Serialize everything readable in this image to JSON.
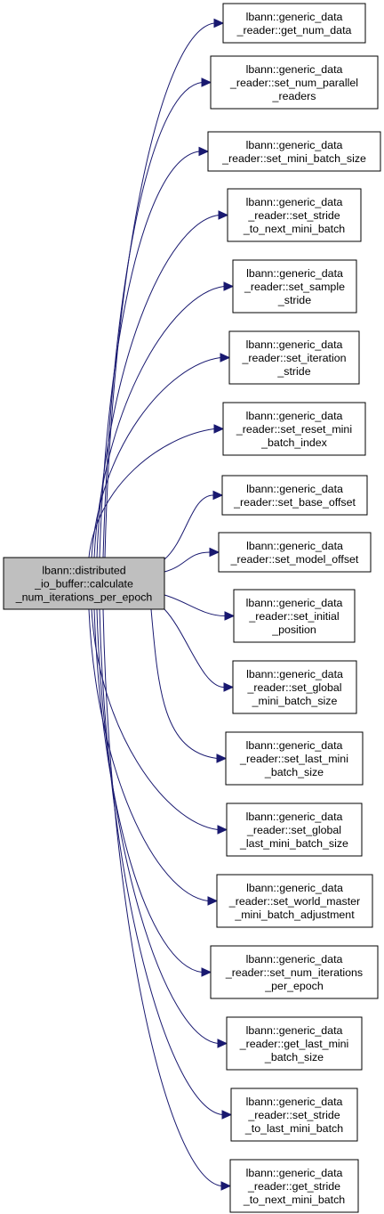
{
  "diagram": {
    "source": {
      "lines": [
        "lbann::distributed",
        "_io_buffer::calculate",
        "_num_iterations_per_epoch"
      ]
    },
    "targets": [
      {
        "lines": [
          "lbann::generic_data",
          "_reader::get_num_data"
        ]
      },
      {
        "lines": [
          "lbann::generic_data",
          "_reader::set_num_parallel",
          "_readers"
        ]
      },
      {
        "lines": [
          "lbann::generic_data",
          "_reader::set_mini_batch_size"
        ]
      },
      {
        "lines": [
          "lbann::generic_data",
          "_reader::set_stride",
          "_to_next_mini_batch"
        ]
      },
      {
        "lines": [
          "lbann::generic_data",
          "_reader::set_sample",
          "_stride"
        ]
      },
      {
        "lines": [
          "lbann::generic_data",
          "_reader::set_iteration",
          "_stride"
        ]
      },
      {
        "lines": [
          "lbann::generic_data",
          "_reader::set_reset_mini",
          "_batch_index"
        ]
      },
      {
        "lines": [
          "lbann::generic_data",
          "_reader::set_base_offset"
        ]
      },
      {
        "lines": [
          "lbann::generic_data",
          "_reader::set_model_offset"
        ]
      },
      {
        "lines": [
          "lbann::generic_data",
          "_reader::set_initial",
          "_position"
        ]
      },
      {
        "lines": [
          "lbann::generic_data",
          "_reader::set_global",
          "_mini_batch_size"
        ]
      },
      {
        "lines": [
          "lbann::generic_data",
          "_reader::set_last_mini",
          "_batch_size"
        ]
      },
      {
        "lines": [
          "lbann::generic_data",
          "_reader::set_global",
          "_last_mini_batch_size"
        ]
      },
      {
        "lines": [
          "lbann::generic_data",
          "_reader::set_world_master",
          "_mini_batch_adjustment"
        ]
      },
      {
        "lines": [
          "lbann::generic_data",
          "_reader::set_num_iterations",
          "_per_epoch"
        ]
      },
      {
        "lines": [
          "lbann::generic_data",
          "_reader::get_last_mini",
          "_batch_size"
        ]
      },
      {
        "lines": [
          "lbann::generic_data",
          "_reader::set_stride",
          "_to_last_mini_batch"
        ]
      },
      {
        "lines": [
          "lbann::generic_data",
          "_reader::get_stride",
          "_to_next_mini_batch"
        ]
      }
    ],
    "colors": {
      "edge": "#191970",
      "source_fill": "#bfbfbf",
      "node_fill": "#ffffff",
      "border": "#000000"
    }
  }
}
